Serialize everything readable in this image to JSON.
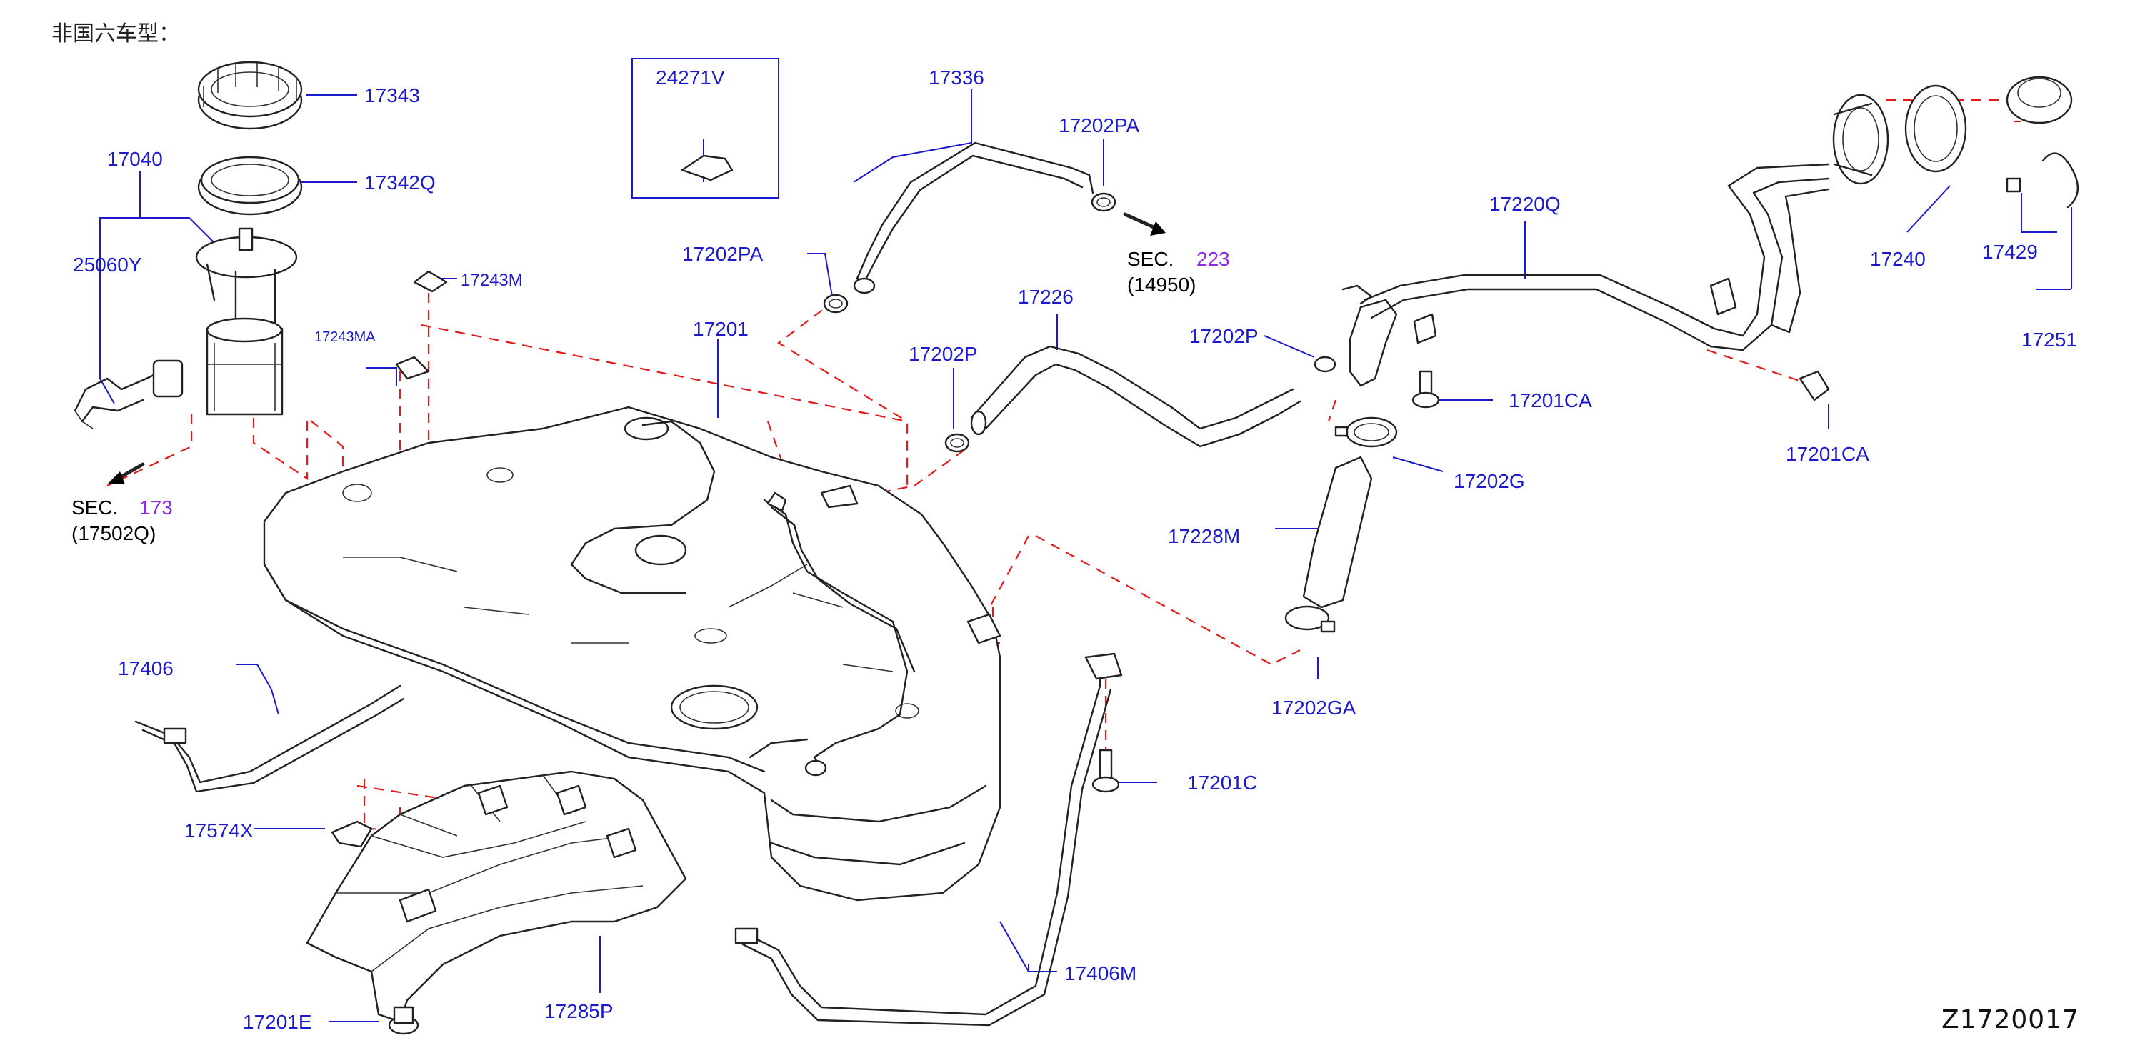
{
  "header_note": "非国六车型：",
  "diagram_code": "Z1720017",
  "colors": {
    "label": "#1a1acc",
    "leader": "#1a1acc",
    "dashed_guide": "#e21b1b",
    "section_number": "#8a2be2",
    "line_art": "#222222"
  },
  "sections": [
    {
      "prefix": "SEC.",
      "number": "173",
      "ref": "(17502Q)"
    },
    {
      "prefix": "SEC.",
      "number": "223",
      "ref": "(14950)"
    }
  ],
  "labels": {
    "p17343": "17343",
    "p17342Q": "17342Q",
    "p17040": "17040",
    "p25060Y": "25060Y",
    "p17243M": "17243M",
    "p17243MA": "17243MA",
    "p24271V": "24271V",
    "p17336": "17336",
    "p17202PA_top": "17202PA",
    "p17202PA_left": "17202PA",
    "p17201": "17201",
    "p17226": "17226",
    "p17202P_left": "17202P",
    "p17202P_right": "17202P",
    "p17220Q": "17220Q",
    "p17240": "17240",
    "p17429": "17429",
    "p17251": "17251",
    "p17201CA_left": "17201CA",
    "p17201CA_right": "17201CA",
    "p17202G": "17202G",
    "p17228M": "17228M",
    "p17202GA": "17202GA",
    "p17406": "17406",
    "p17201C": "17201C",
    "p17574X": "17574X",
    "p17406M": "17406M",
    "p17201E": "17201E",
    "p17285P": "17285P"
  }
}
